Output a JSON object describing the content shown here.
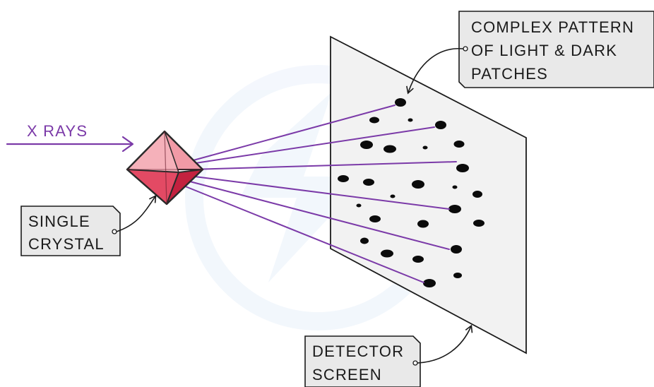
{
  "labels": {
    "xrays": "X RAYS",
    "crystal": [
      "SINGLE",
      "CRYSTAL"
    ],
    "pattern": [
      "COMPLEX PATTERN",
      "OF LIGHT & DARK",
      "PATCHES"
    ],
    "detector": [
      "DETECTOR",
      "SCREEN"
    ]
  },
  "colors": {
    "beam": "#7b3aa8",
    "crystal_light": "#f19aa6",
    "crystal_mid": "#e34a64",
    "crystal_dark": "#c3213f",
    "screen": "#f2f2f2",
    "label_box": "#e9e9e9",
    "spot": "#0b0b0b"
  }
}
